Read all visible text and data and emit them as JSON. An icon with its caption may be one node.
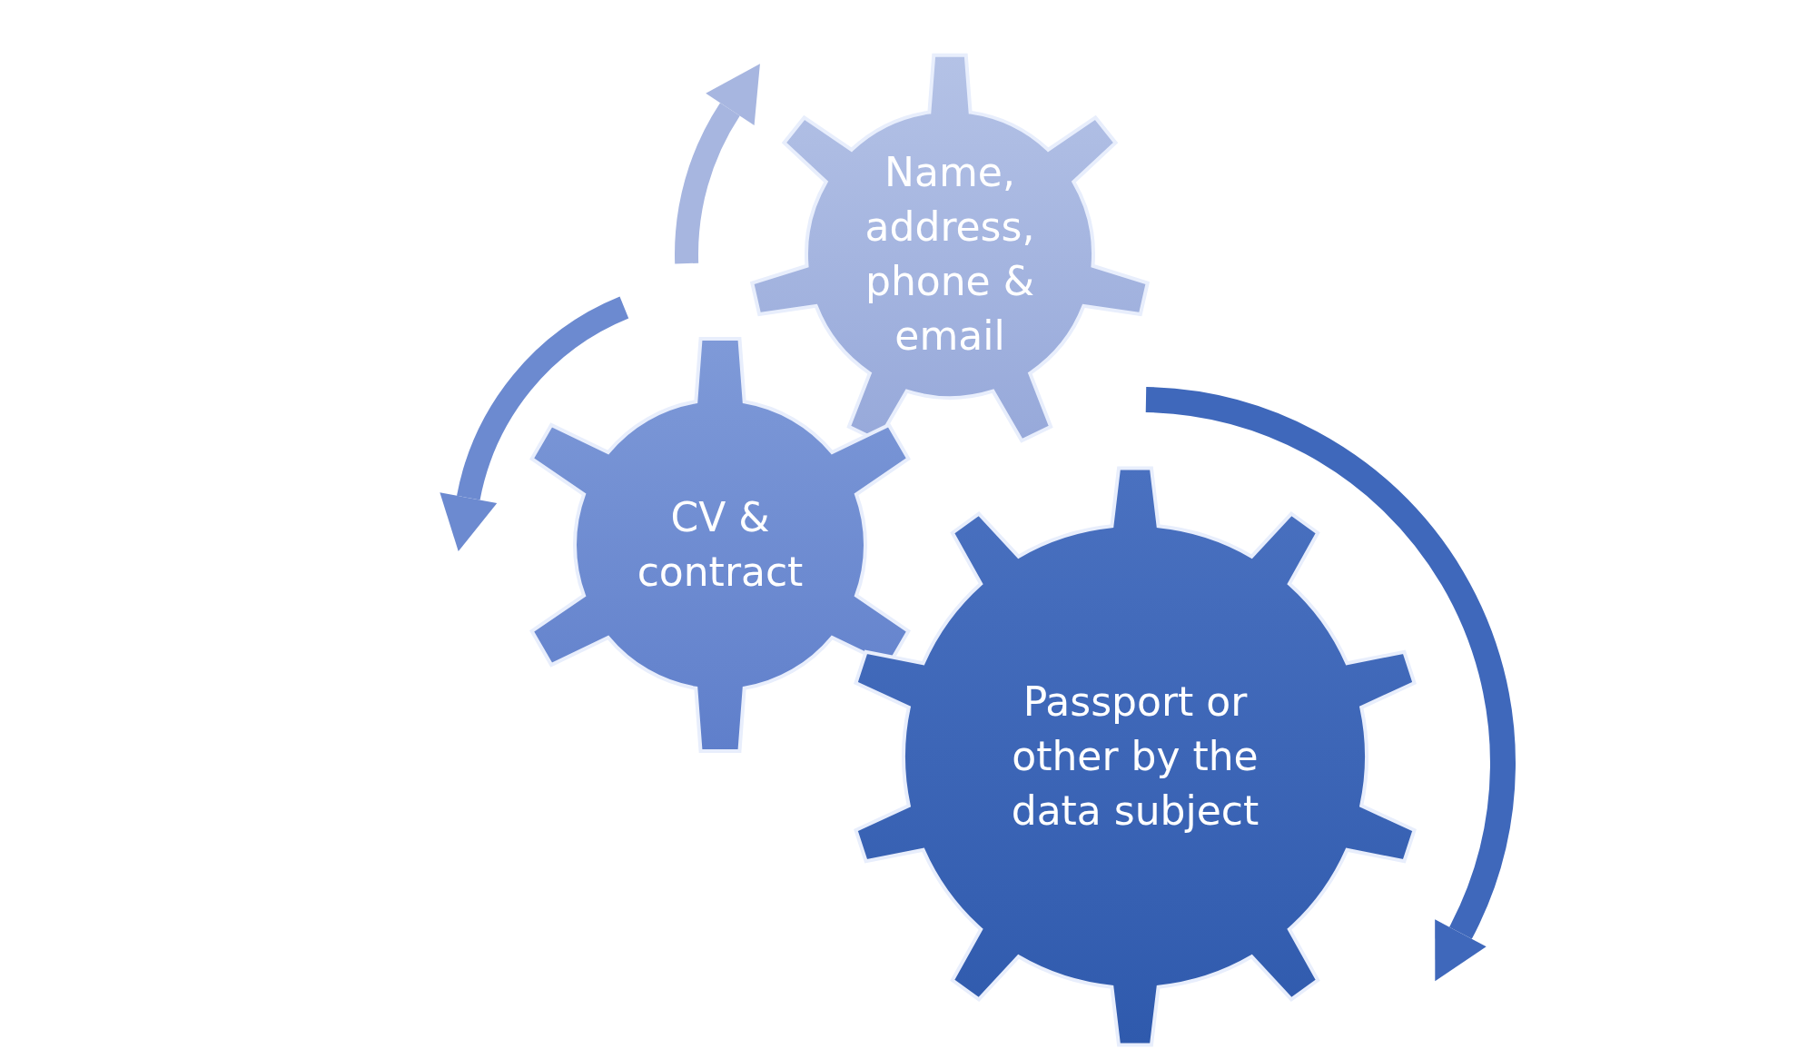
{
  "diagram": {
    "nodes": [
      {
        "text": [
          "Name, address, phone & email"
        ]
      },
      {
        "text": [
          "CV & contract"
        ]
      },
      {
        "text": [
          "Passport or other by the data subject"
        ]
      }
    ]
  }
}
